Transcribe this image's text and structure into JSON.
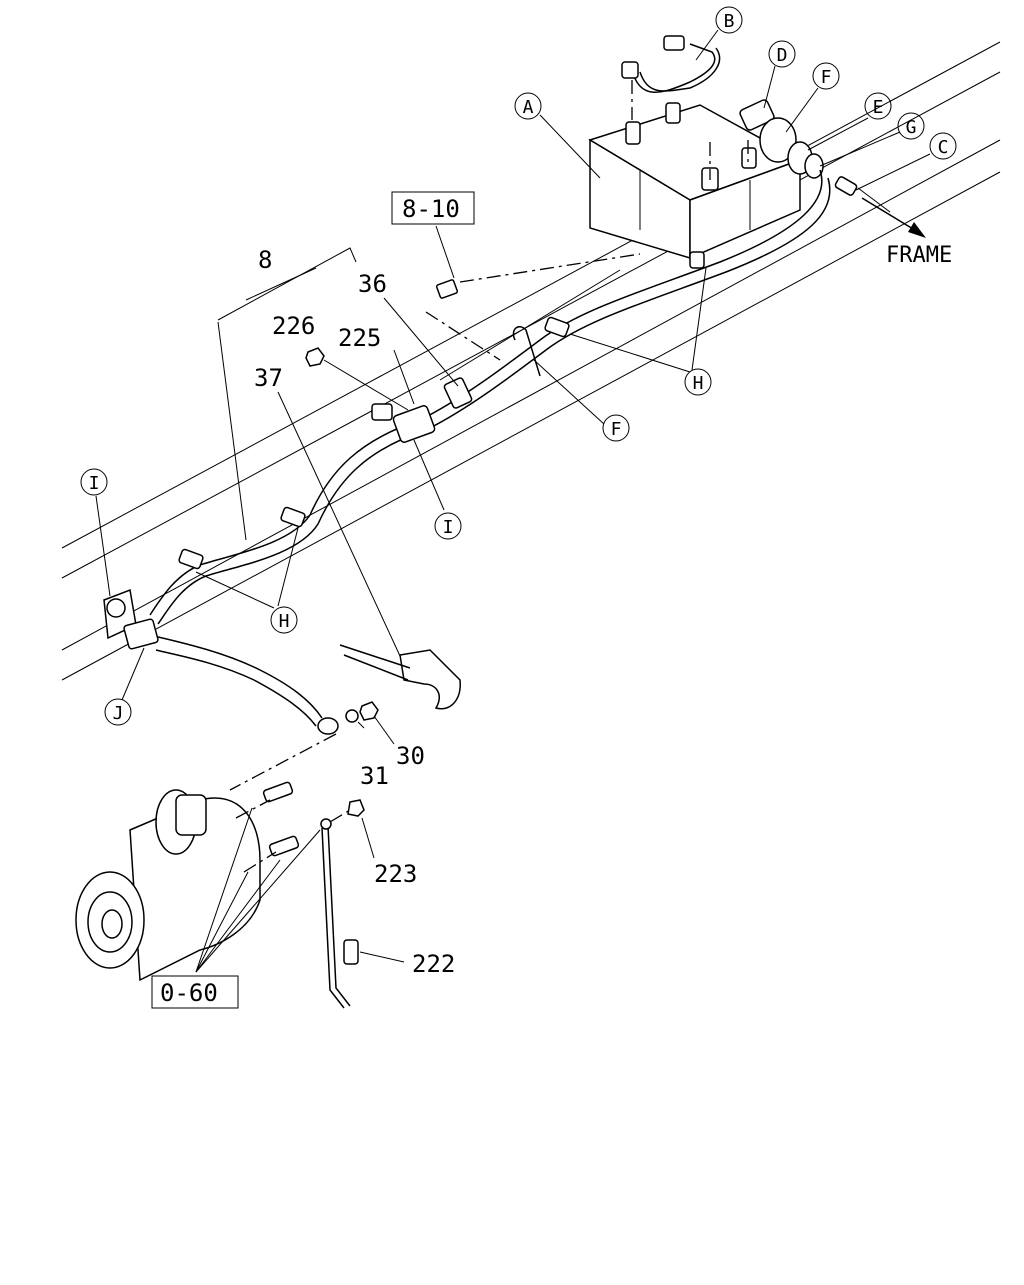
{
  "labels": {
    "ref_8_10": "8-10",
    "ref_0_60": "0-60",
    "frame": "FRAME",
    "p8": "8",
    "p36": "36",
    "p226": "226",
    "p225": "225",
    "p37": "37",
    "p30": "30",
    "p31": "31",
    "p223": "223",
    "p222": "222"
  },
  "callouts": {
    "A": "A",
    "B": "B",
    "C": "C",
    "D": "D",
    "E": "E",
    "F": "F",
    "G": "G",
    "H": "H",
    "I": "I",
    "J": "J"
  }
}
